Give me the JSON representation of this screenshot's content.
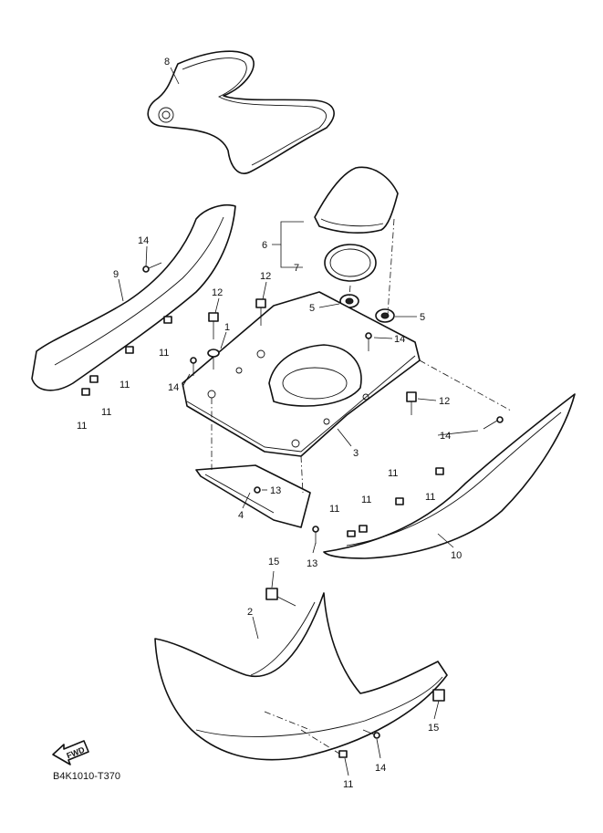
{
  "diagram_code": "B4K1010-T370",
  "fwd_label": "FWD",
  "callouts": [
    {
      "id": "c8",
      "text": "8"
    },
    {
      "id": "c6",
      "text": "6"
    },
    {
      "id": "c7",
      "text": "7"
    },
    {
      "id": "c14a",
      "text": "14"
    },
    {
      "id": "c9",
      "text": "9"
    },
    {
      "id": "c12a",
      "text": "12"
    },
    {
      "id": "c12b",
      "text": "12"
    },
    {
      "id": "c5a",
      "text": "5"
    },
    {
      "id": "c5b",
      "text": "5"
    },
    {
      "id": "c1",
      "text": "1"
    },
    {
      "id": "c14b",
      "text": "14"
    },
    {
      "id": "c14c",
      "text": "14"
    },
    {
      "id": "c11a",
      "text": "11"
    },
    {
      "id": "c11b",
      "text": "11"
    },
    {
      "id": "c11c",
      "text": "11"
    },
    {
      "id": "c11d",
      "text": "11"
    },
    {
      "id": "c12c",
      "text": "12"
    },
    {
      "id": "c14d",
      "text": "14"
    },
    {
      "id": "c3",
      "text": "3"
    },
    {
      "id": "c13a",
      "text": "13"
    },
    {
      "id": "c4",
      "text": "4"
    },
    {
      "id": "c13b",
      "text": "13"
    },
    {
      "id": "c11e",
      "text": "11"
    },
    {
      "id": "c11f",
      "text": "11"
    },
    {
      "id": "c11g",
      "text": "11"
    },
    {
      "id": "c11h",
      "text": "11"
    },
    {
      "id": "c10",
      "text": "10"
    },
    {
      "id": "c15a",
      "text": "15"
    },
    {
      "id": "c2",
      "text": "2"
    },
    {
      "id": "c15b",
      "text": "15"
    },
    {
      "id": "c14e",
      "text": "14"
    },
    {
      "id": "c11i",
      "text": "11"
    }
  ]
}
